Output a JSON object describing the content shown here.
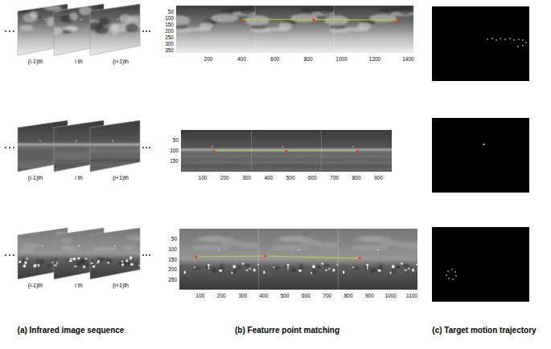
{
  "diagram": {
    "labels": [
      "(i-1)th",
      "i th",
      "(i+1)th",
      "50",
      "100",
      "150",
      "200",
      "250",
      "300",
      "350",
      "200",
      "400",
      "600",
      "800",
      "1000",
      "1200",
      "1400",
      "(i-1)th",
      "i th",
      "(i+1)th",
      "50",
      "100",
      "150",
      "100",
      "200",
      "300",
      "400",
      "500",
      "600",
      "700",
      "800",
      "900",
      "(i-1)th",
      "i th",
      "(i+1)th",
      "50",
      "100",
      "150",
      "200",
      "250",
      "100",
      "200",
      "300",
      "400",
      "500",
      "600",
      "700",
      "800",
      "900",
      "1000",
      "1100",
      "(a) Infrared image sequence",
      "(b) Featurre point matching",
      "(c) Target motion trajectory"
    ]
  }
}
